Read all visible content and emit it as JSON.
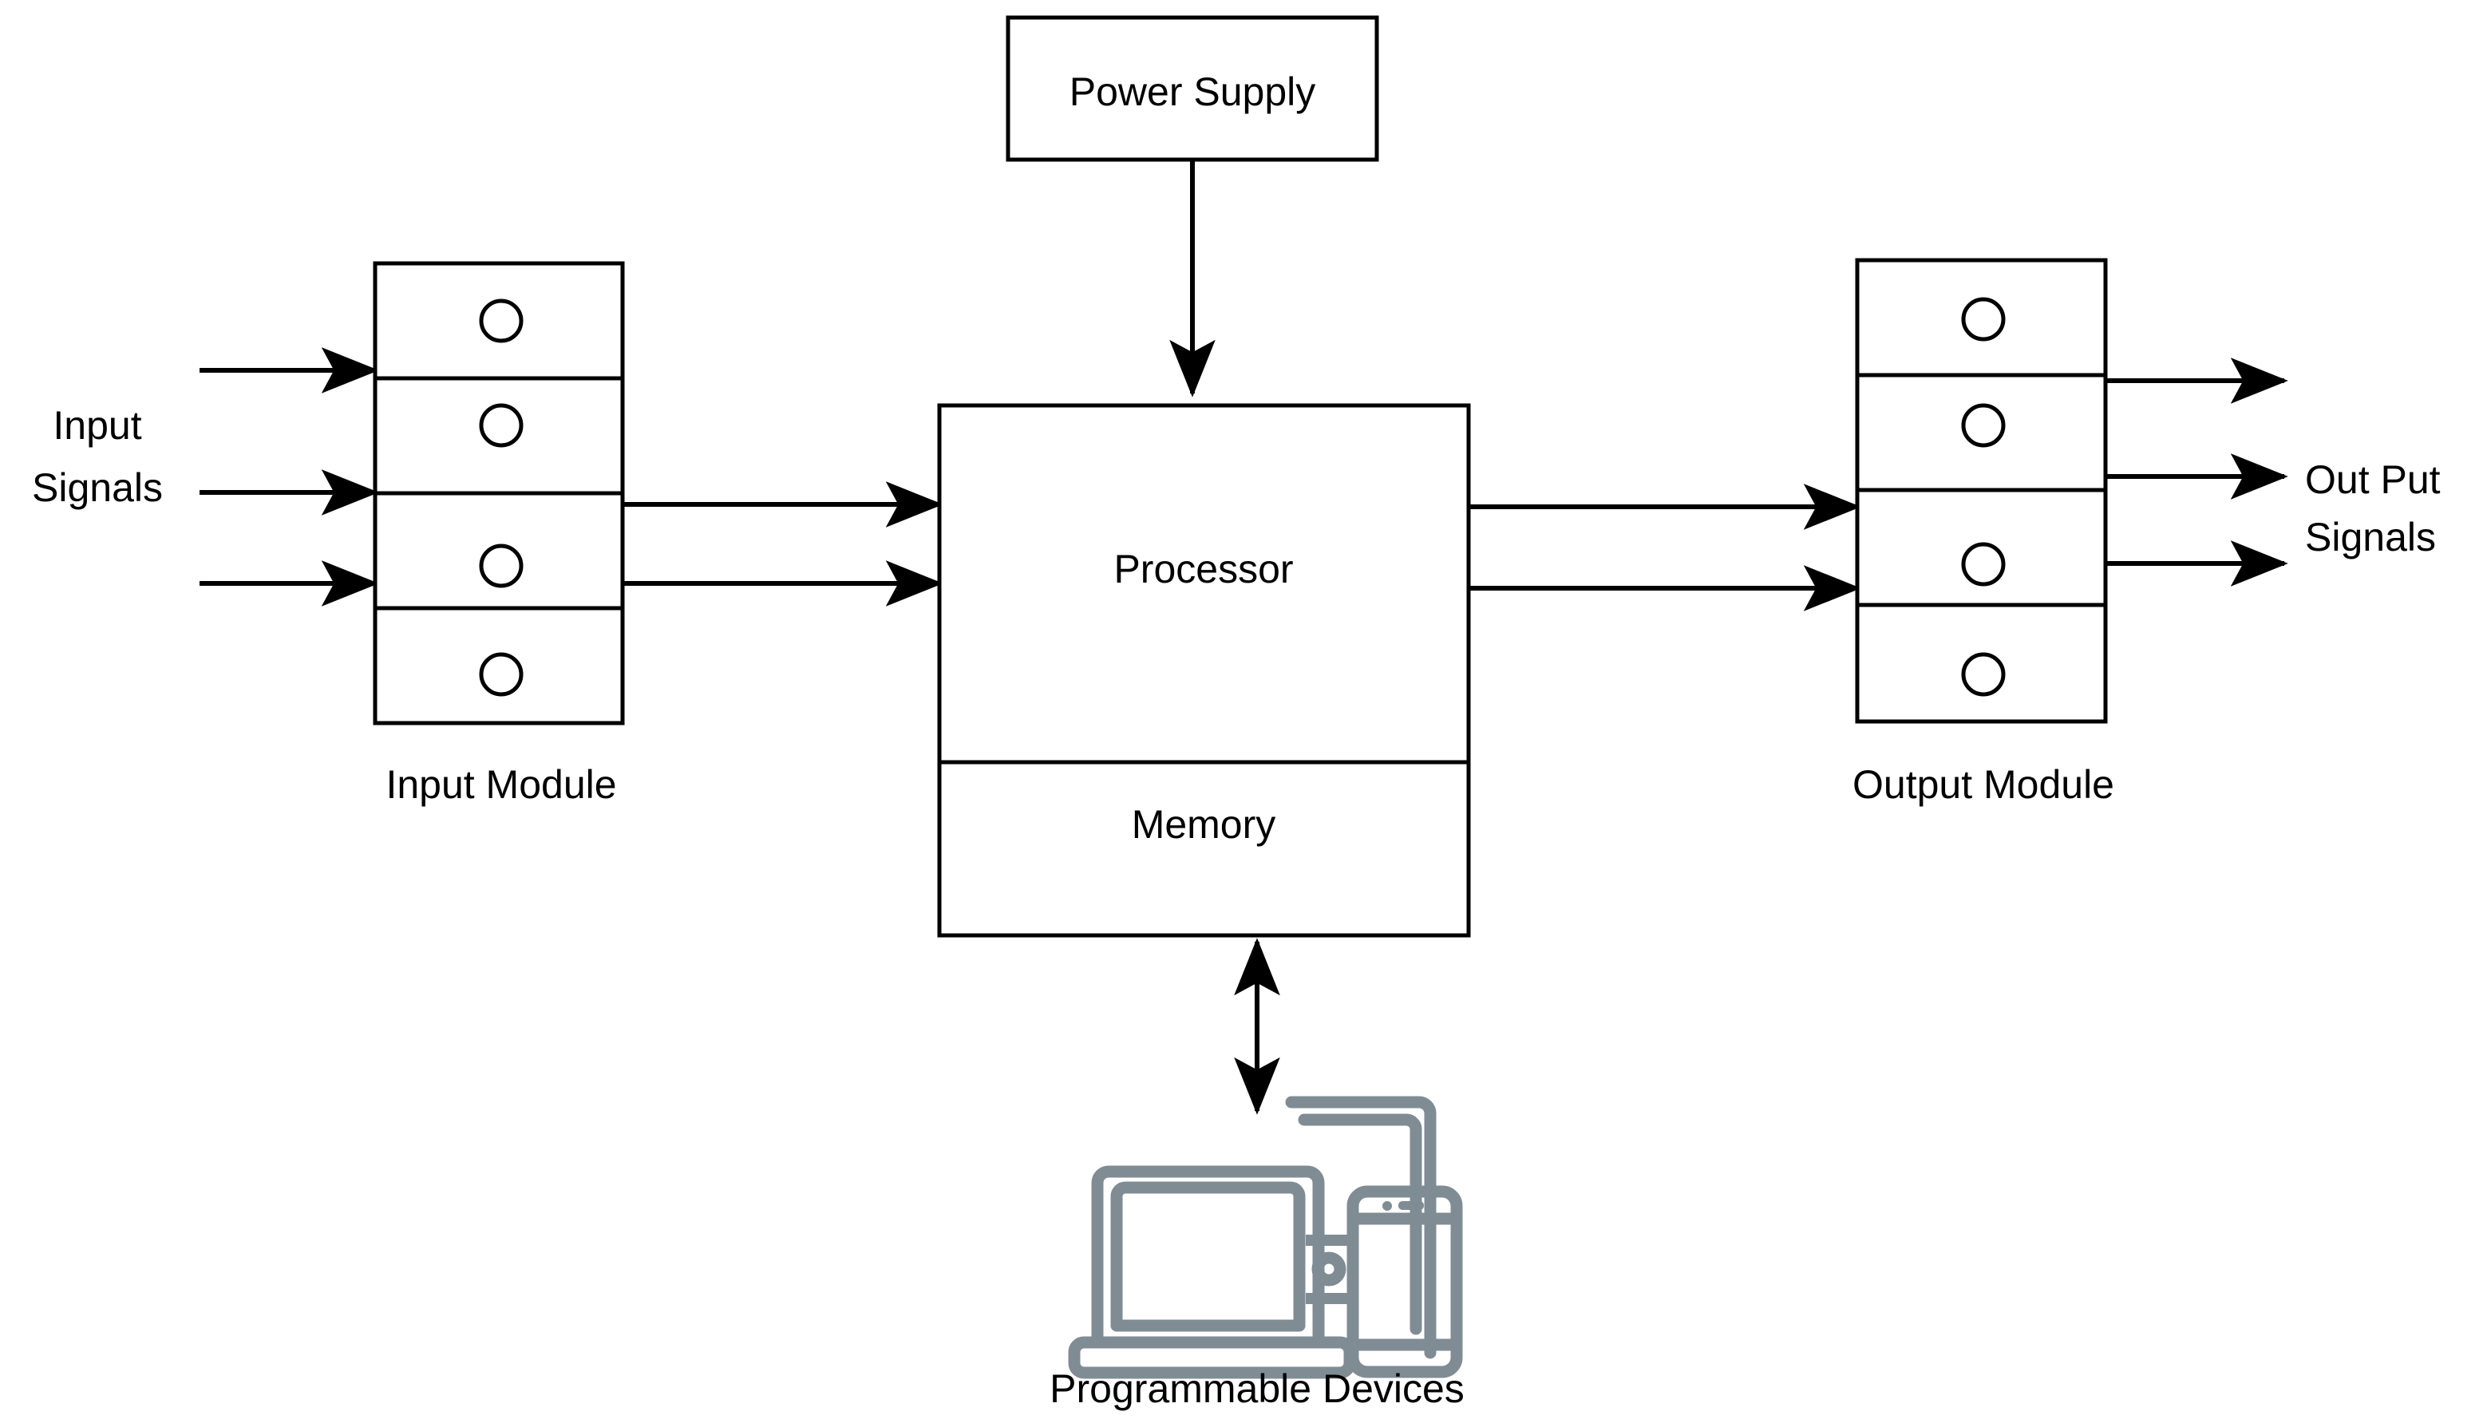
{
  "diagram": {
    "title_text": "",
    "background_color": "#ffffff",
    "line_color": "#000000",
    "device_icon_color": "#808c94",
    "blocks": {
      "power_supply": {
        "label": "Power Supply"
      },
      "processor": {
        "label": "Processor"
      },
      "memory": {
        "label": "Memory"
      },
      "input_module": {
        "caption": "Input Module",
        "terminal_count": 4
      },
      "output_module": {
        "caption": "Output Module",
        "terminal_count": 4
      },
      "programmable_devices": {
        "caption": "Programmable Devices"
      }
    },
    "edge_labels": {
      "input_signals_line1": "Input",
      "input_signals_line2": "Signals",
      "output_signals_line1": "Out Put",
      "output_signals_line2": "Signals"
    },
    "connections": [
      {
        "name": "input-signal-1",
        "from": "input-signals",
        "to": "input-module",
        "arrow": "single"
      },
      {
        "name": "input-signal-2",
        "from": "input-signals",
        "to": "input-module",
        "arrow": "single"
      },
      {
        "name": "input-signal-3",
        "from": "input-signals",
        "to": "input-module",
        "arrow": "single"
      },
      {
        "name": "input-module-to-processor-1",
        "from": "input-module",
        "to": "processor",
        "arrow": "single"
      },
      {
        "name": "input-module-to-processor-2",
        "from": "input-module",
        "to": "processor",
        "arrow": "single"
      },
      {
        "name": "power-supply-to-processor",
        "from": "power-supply",
        "to": "processor",
        "arrow": "single"
      },
      {
        "name": "processor-to-output-module-1",
        "from": "processor",
        "to": "output-module",
        "arrow": "single"
      },
      {
        "name": "processor-to-output-module-2",
        "from": "processor",
        "to": "output-module",
        "arrow": "single"
      },
      {
        "name": "output-module-to-signals-1",
        "from": "output-module",
        "to": "output-signals",
        "arrow": "single"
      },
      {
        "name": "output-module-to-signals-2",
        "from": "output-module",
        "to": "output-signals",
        "arrow": "single"
      },
      {
        "name": "output-module-to-signals-3",
        "from": "output-module",
        "to": "output-signals",
        "arrow": "single"
      },
      {
        "name": "memory-to-programmable-devices",
        "from": "memory",
        "to": "programmable-devices",
        "arrow": "double"
      }
    ]
  }
}
